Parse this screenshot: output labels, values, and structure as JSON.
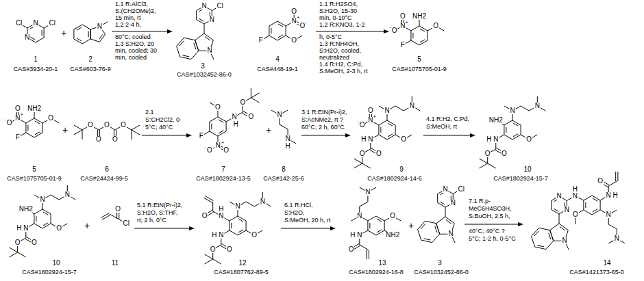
{
  "diagram": {
    "labels": [
      "Cl",
      "N",
      "Cl",
      "N",
      "1",
      "CAS#3934-20-1",
      "+",
      "N",
      "2",
      "CAS#603-76-9",
      "1.1 R:AlCl3,",
      "S:(CH2OMe)2,",
      "15 min, rt",
      "1.2 2-4 h,",
      "80°C; cooled",
      "1.3 S:H2O, 20",
      "min, cooled; 30",
      "min, cooled",
      "N",
      "Cl",
      "N",
      "N",
      "3",
      "CAS#1032452-86-0",
      "O",
      "N",
      "+",
      "O",
      "-",
      "F",
      "O",
      "4",
      "CAS#448-19-1",
      "1.1 R:H2SO4,",
      "S:H2O, 15-30",
      "min, 0-10°C",
      "1.2 R:KNO3, 1-2",
      "h, 0-5°C",
      "1.3 R:NH4OH,",
      "S:H2O, cooled,",
      "neutralized",
      "1.4 R:H2, C:Pd,",
      "S:MeOH, 2-3 h, rt",
      "NH2",
      "O",
      "N",
      "+",
      "O",
      "O",
      "-",
      "F",
      "5",
      "CAS#1075705-01-9",
      "NH2",
      "O",
      "N",
      "+",
      "O",
      "O",
      "-",
      "F",
      "5",
      "CAS#1075705-01-9",
      "+",
      "O",
      "O",
      "O",
      "O",
      "O",
      "6",
      "CAS#24424-99-5",
      "2.1",
      "S:CH2Cl2, 0-",
      "5°C; 40°C",
      "O",
      "O",
      "N",
      "O",
      "H",
      "F",
      "N",
      "+",
      "O",
      "-",
      "O",
      "7",
      "CAS#1802924-13-5",
      "+",
      "N",
      "N",
      "H",
      "8",
      "CAS#142-25-6",
      "3.1 R:EtN(Pr-i)2,",
      "S:AcNMe2, rt ?",
      "60°C; 2 h, 60°C",
      "O",
      "N",
      "N",
      "N",
      "+",
      "O",
      "-",
      "O",
      "H",
      "N",
      "O",
      "O",
      "9",
      "CAS#1802924-14-6",
      "4.1 R:H2, C:Pd,",
      "S:MeOH, rt",
      "N",
      "N",
      "NH2",
      "O",
      "H",
      "N",
      "O",
      "O",
      "10",
      "CAS#1802924-15-7",
      "N",
      "N",
      "NH2",
      "O",
      "H",
      "N",
      "O",
      "O",
      "10",
      "CAS#1802924-15-7",
      "+",
      "O",
      "Cl",
      "11",
      "5.1 R:EtN(Pr-i)2,",
      "S:H2O, S:THF,",
      "rt; 2 h, 0°C",
      "H",
      "N",
      "N",
      "O",
      "N",
      "O",
      "H",
      "N",
      "O",
      "O",
      "12",
      "CAS#1807762-89-5",
      "6.1 R:HCl,",
      "S:H2O,",
      "S:MeOH, 20 h, rt",
      "N",
      "N",
      "O",
      "NH2",
      "H",
      "N",
      "O",
      "13",
      "CAS#1802924-16-8",
      "+",
      "N",
      "Cl",
      "N",
      "N",
      "3",
      "CAS#1032452-86-0",
      "7.1 R:p-",
      "MeC6H4SO3H,",
      "S:BuOH, 2.5 h,",
      "40°C; 40°C ?",
      "5°C; 1-2 h, 0-5°C",
      "O",
      "H",
      "N",
      "N",
      "N",
      "H",
      "N",
      "O",
      "N",
      "N",
      "N",
      "14",
      "CAS#1421373-65-0"
    ]
  }
}
